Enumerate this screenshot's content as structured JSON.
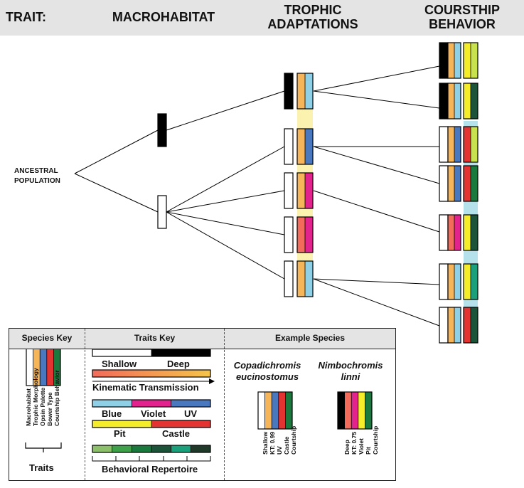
{
  "header": {
    "trait": "TRAIT:",
    "macrohabitat": "MACROHABITAT",
    "trophic_line1": "TROPHIC",
    "trophic_line2": "ADAPTATIONS",
    "courtship_line1": "COURSTHIP",
    "courtship_line2": "BEHAVIOR"
  },
  "ancestral": {
    "line1": "ANCESTRAL",
    "line2": "POPULATION"
  },
  "colors": {
    "black": "#000000",
    "white": "#ffffff",
    "orange": "#f7b55a",
    "light_blue": "#8fd0e6",
    "blue": "#4a78bf",
    "magenta": "#e2238d",
    "red": "#e43431",
    "coral": "#f26b5b",
    "yellow": "#f5ec2a",
    "lime": "#c7e24d",
    "green": "#1a7a3e",
    "teal": "#1aa07a",
    "dark_green": "#1b5438",
    "highlight_yellow": "#fbf2b0",
    "highlight_blue": "#b5e1ea"
  },
  "keys": {
    "species_key": "Species Key",
    "traits_key": "Traits Key",
    "example_species": "Example Species",
    "species_traits": [
      "Macrohabitat",
      "Trophic Morphology",
      "Opsin Palette",
      "Bower Type",
      "Courtship Behavior"
    ],
    "traits_label": "Traits",
    "shallow": "Shallow",
    "deep": "Deep",
    "kinematic": "Kinematic Transmission",
    "blue": "Blue",
    "violet": "Violet",
    "uv": "UV",
    "pit": "Pit",
    "castle": "Castle",
    "behavioral": "Behavioral Repertoire"
  },
  "example_species": [
    {
      "genus": "Copadichromis",
      "species": "eucinostomus",
      "traits": [
        "Shallow",
        "KT: 0.99",
        "UV",
        "Castle",
        "Courtship"
      ]
    },
    {
      "genus": "Nimbochromis",
      "species": "linni",
      "traits": [
        "Deep",
        "KT: 0.75",
        "Violet",
        "Pit",
        "Courtship"
      ]
    }
  ]
}
